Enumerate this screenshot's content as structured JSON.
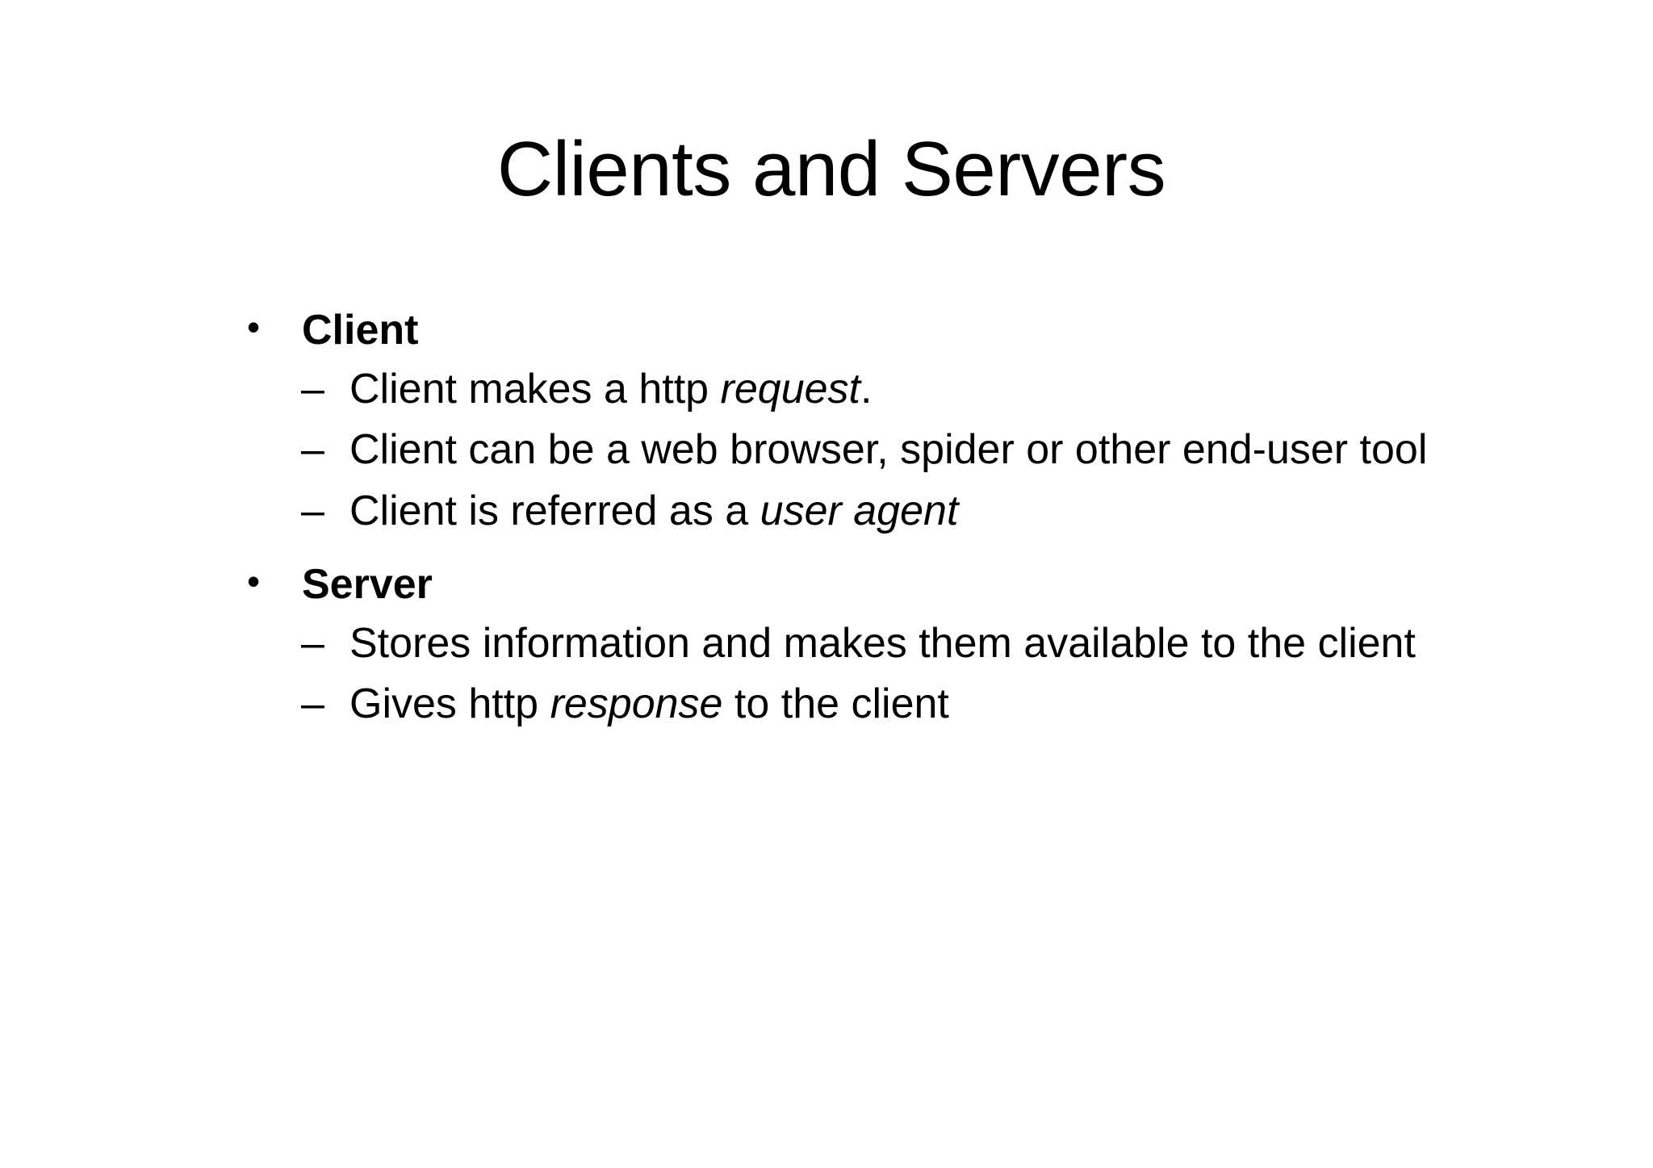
{
  "slide": {
    "title": "Clients and Servers",
    "background_color": "#ffffff",
    "text_color": "#000000",
    "level1_marker": "•",
    "level2_marker": "–",
    "bullets": [
      {
        "label": "Client",
        "bold": true,
        "children": [
          {
            "segments": [
              {
                "text": "Client makes a http ",
                "italic": false
              },
              {
                "text": "request",
                "italic": true
              },
              {
                "text": ".",
                "italic": false
              }
            ],
            "plain": "Client makes a http request."
          },
          {
            "segments": [
              {
                "text": "Client can be a web browser, spider or other end-user tool",
                "italic": false
              }
            ],
            "plain": "Client can be a web browser, spider or other end-user tool"
          },
          {
            "segments": [
              {
                "text": "Client is referred as a ",
                "italic": false
              },
              {
                "text": "user agent",
                "italic": true
              }
            ],
            "plain": "Client is referred as a user agent"
          }
        ]
      },
      {
        "label": "Server",
        "bold": true,
        "children": [
          {
            "segments": [
              {
                "text": "Stores information and makes them available to the client",
                "italic": false
              }
            ],
            "plain": "Stores information and makes them available to the client"
          },
          {
            "segments": [
              {
                "text": "Gives http ",
                "italic": false
              },
              {
                "text": "response",
                "italic": true
              },
              {
                "text": " to the client",
                "italic": false
              }
            ],
            "plain": "Gives http response to the client"
          }
        ]
      }
    ]
  }
}
